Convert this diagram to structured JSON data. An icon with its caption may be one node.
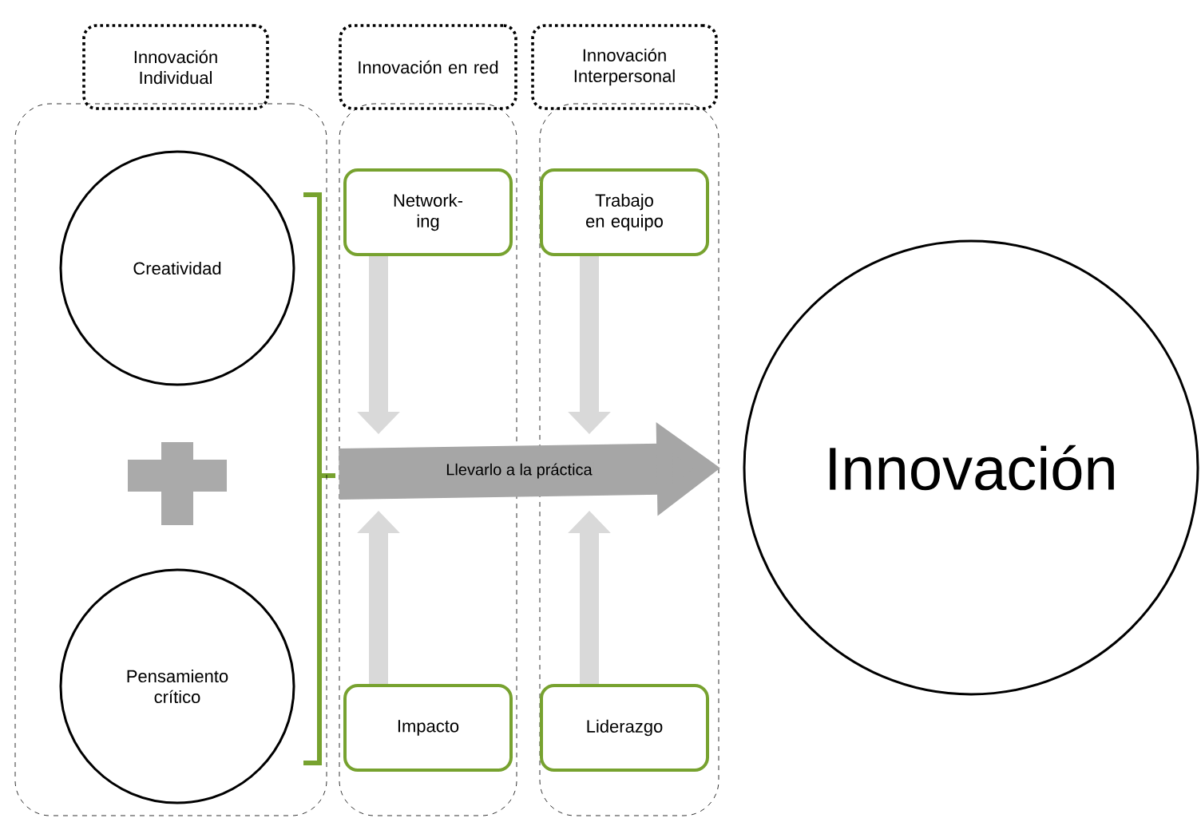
{
  "diagram": {
    "nodes": [
      {
        "text": [
          "Innovación Individual"
        ]
      },
      {
        "text": [],
        "shape": "box"
      },
      {
        "text": [
          "Creatividad"
        ],
        "in": 1
      },
      {
        "text": [
          "Pensamiento crítico"
        ],
        "in": 1
      },
      {
        "text": [
          "Innovación en red"
        ]
      },
      {
        "text": [],
        "shape": "box"
      },
      {
        "text": [
          "Network- ing"
        ],
        "in": 5
      },
      {
        "text": [
          "Impacto"
        ],
        "in": 5
      },
      {
        "text": [
          "Innovación Interpersonal"
        ]
      },
      {
        "text": [],
        "shape": "box"
      },
      {
        "text": [
          "Trabajo en equipo"
        ],
        "in": 9
      },
      {
        "text": [
          "Liderazgo"
        ],
        "in": 9
      },
      {
        "text": [
          "Innovación"
        ]
      }
    ],
    "edges": [
      {
        "from": 5,
        "to": 12,
        "arrow": "to",
        "label": "Llevarlo a la práctica",
        "style": "thick",
        "color": "#a6a6a6"
      },
      {
        "from": 6,
        "to": null,
        "arrow": "to"
      },
      {
        "from": 10,
        "to": null,
        "arrow": "to"
      },
      {
        "from": 7,
        "to": null,
        "arrow": "to"
      },
      {
        "from": 11,
        "to": null,
        "arrow": "to"
      }
    ]
  }
}
